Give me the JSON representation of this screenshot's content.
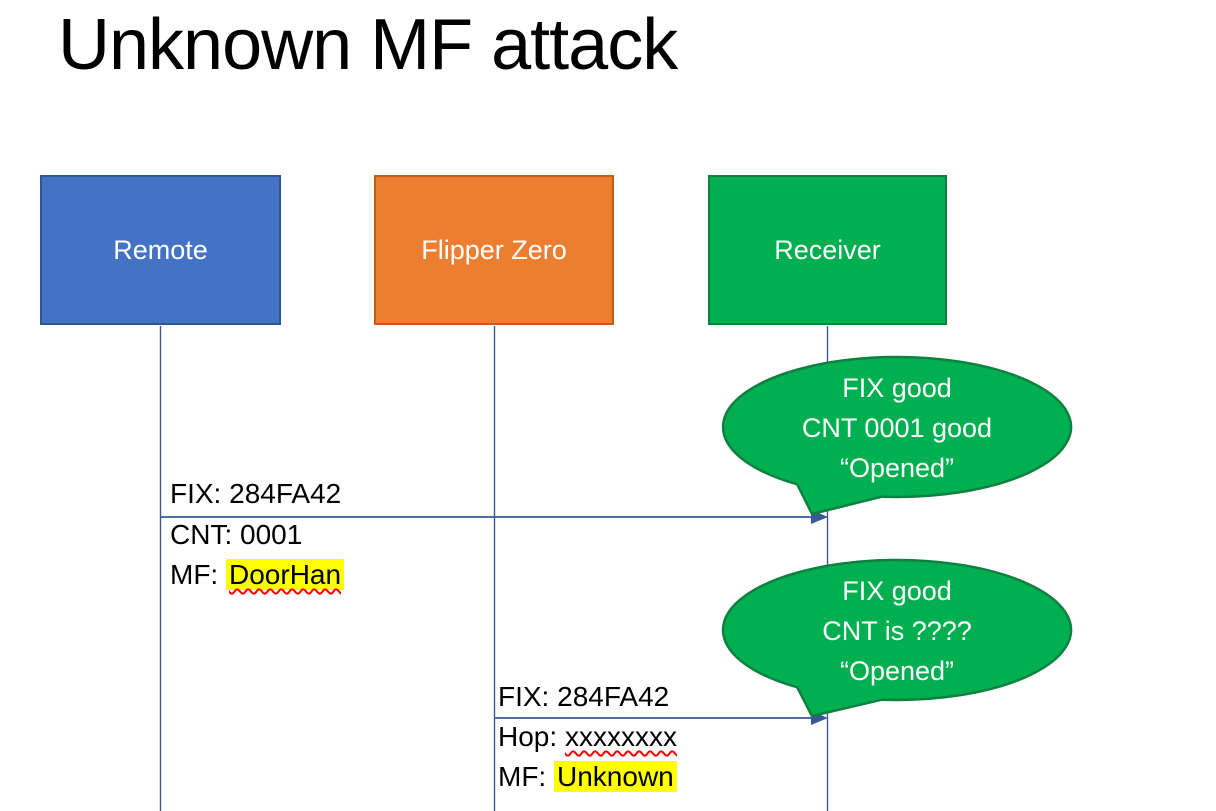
{
  "slide": {
    "title": "Unknown MF attack"
  },
  "actors": [
    {
      "label": "Remote",
      "fill": "#4472C4"
    },
    {
      "label": "Flipper Zero",
      "fill": "#ED7D31"
    },
    {
      "label": "Receiver",
      "fill": "#00B050"
    }
  ],
  "callouts": [
    {
      "line1": "FIX good",
      "line2": "CNT 0001 good",
      "line3": "“Opened”",
      "fill": "#00B050"
    },
    {
      "line1": "FIX good",
      "line2": "CNT is ????",
      "line3": "“Opened”",
      "fill": "#00B050"
    }
  ],
  "messages": [
    {
      "from": "Remote",
      "to": "Receiver",
      "line1": "FIX: 284FA42",
      "line2": "CNT: 0001",
      "line3_prefix": "MF: ",
      "line3_value": "DoorHan"
    },
    {
      "from": "Flipper Zero",
      "to": "Receiver",
      "line1": "FIX: 284FA42",
      "line2_prefix": "Hop: ",
      "line2_value": "xxxxxxxx",
      "line3_prefix": "MF: ",
      "line3_value": "Unknown"
    }
  ],
  "colors": {
    "line": "#3A5894",
    "highlight": "#FFFF00",
    "spellcheck_underline": "#FF0000",
    "callout_border": "#0E8040"
  }
}
